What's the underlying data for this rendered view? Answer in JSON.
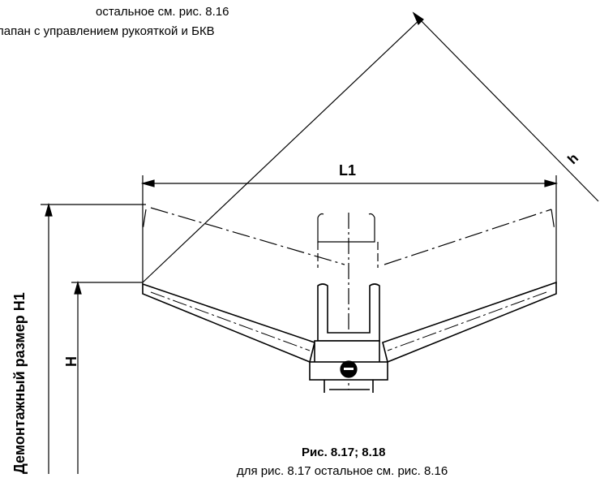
{
  "notes": {
    "line1": "остальное см. рис. 8.16",
    "line2": "лапан с управлением рукояткой  и БКВ"
  },
  "dimensions": {
    "L1": "L1",
    "h": "h",
    "H": "H",
    "H1": "Демонтажный размер H1"
  },
  "caption": {
    "title": "Рис. 8.17; 8.18",
    "subtitle": "для рис. 8.17 остальное см. рис. 8.16"
  }
}
